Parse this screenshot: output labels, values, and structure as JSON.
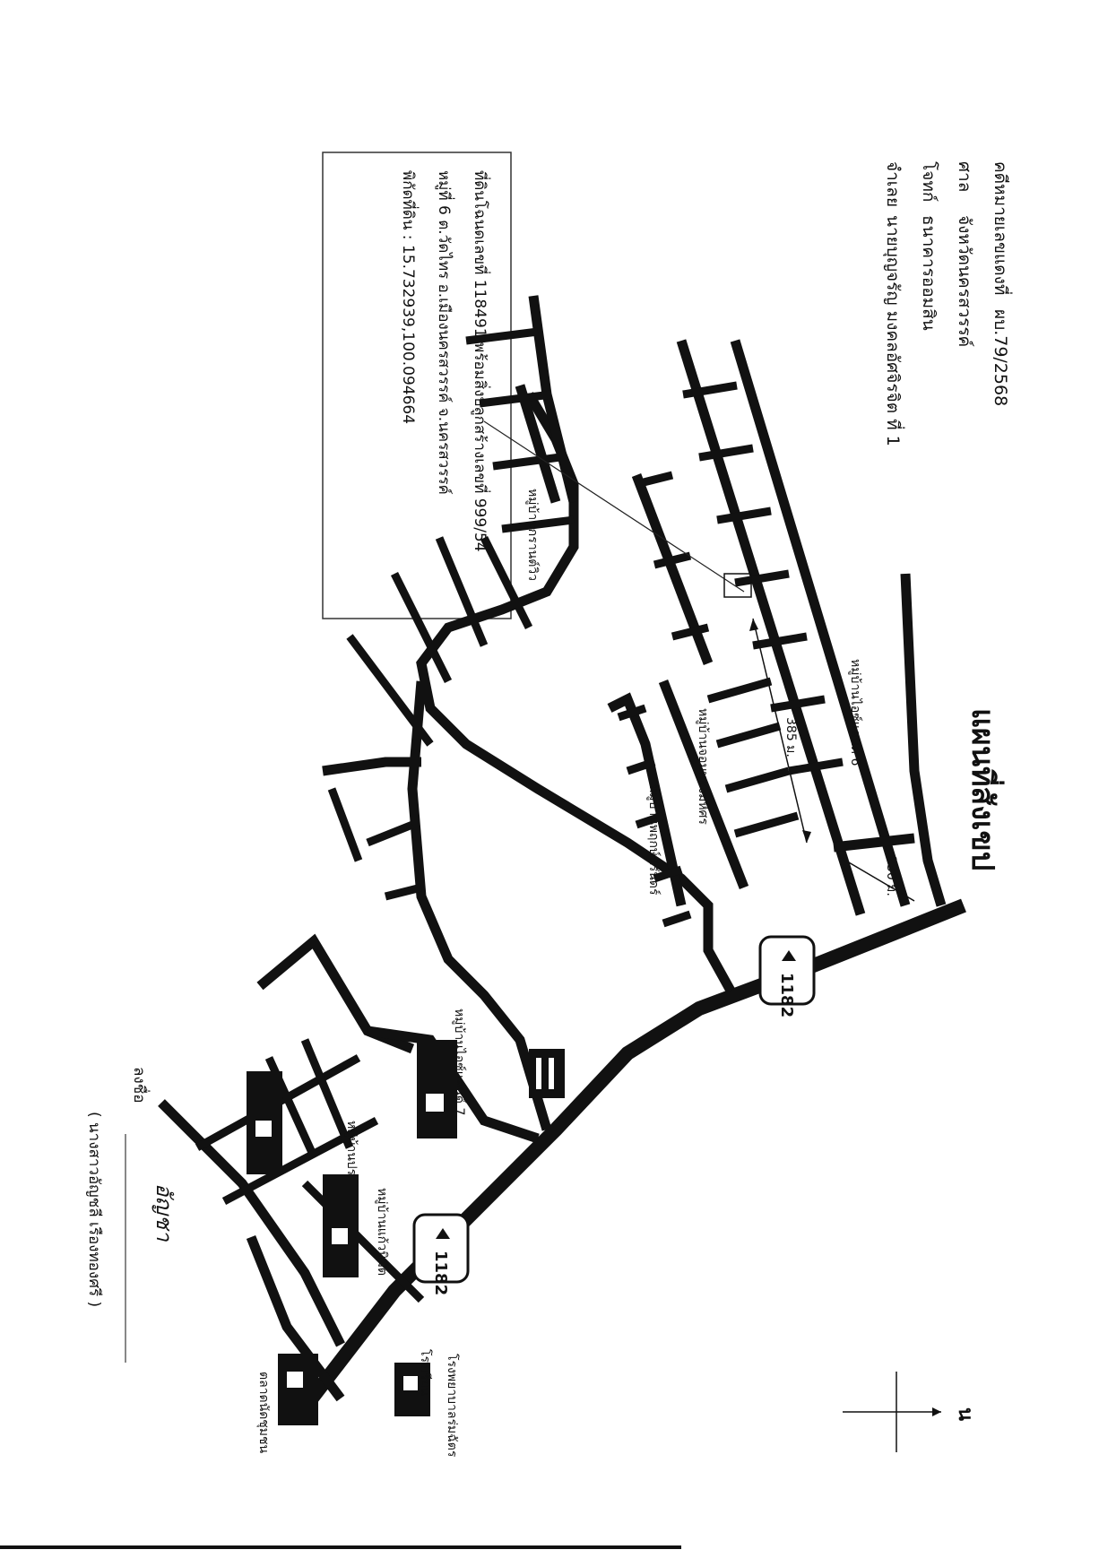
{
  "header": {
    "case_label": "คดีหมายเลขแดงที่",
    "case_no": "ผบ.79/2568",
    "court_label": "ศาล",
    "court": "จังหวัดนครสวรรค์",
    "plaintiff_label": "โจทก์",
    "plaintiff": "ธนาคารออมสิน",
    "defendant_label": "จำเลย",
    "defendant": "นายบุญจรัญ มงคลอัศจิรจิต ที่ 1"
  },
  "map_title": "แผนที่สังเขป",
  "info_box": {
    "line1": "ที่ดินโฉนดเลขที่ 118491 พร้อมสิ่งปลูกสร้างเลขที่ 999/54",
    "line2": "หมู่ที่ 6 ต.วัดไทร อ.เมืองนครสวรรค์ จ.นครสวรรค์",
    "line3": "พิกัดที่ดิน : 15.732939,100.094664"
  },
  "road_shields": [
    {
      "number": "1182"
    },
    {
      "number": "1182"
    }
  ],
  "labels": {
    "village_6": "หมู่บ้านไอซ์แลนด์ 6",
    "village_chalernchai": "หมู่บ้านจอมทองมหิศร",
    "village_pintel": "หมู่บ้านพฤกษ์นิรันดร์",
    "village_thanasub": "หมู่บ้านกรานต์วิว",
    "village_iceland7": "หมู่บ้านไอซ์แลนด์ 7",
    "village_pracha": "หมู่บ้านประชาสุขสันต์",
    "village_kaew": "หมู่บ้านแก้วนิมิต",
    "market": "ตลาดนัดชุมชน",
    "school": "โรงเรียน",
    "hospital": "โรงพยาบาลร่มฉัตร",
    "distance_1": "385 ม.",
    "distance_2": "230 ม."
  },
  "north": {
    "label": "น"
  },
  "signature": {
    "sign_label": "ลงชื่อ",
    "signature_text": "อัญชา",
    "name_line": "( นางสาวอัญชลี เรืองทองศรี )"
  },
  "colors": {
    "ink": "#111111",
    "paper": "#ffffff"
  },
  "icons": [
    "north-arrow-icon",
    "road-shield-icon",
    "building-icon"
  ]
}
